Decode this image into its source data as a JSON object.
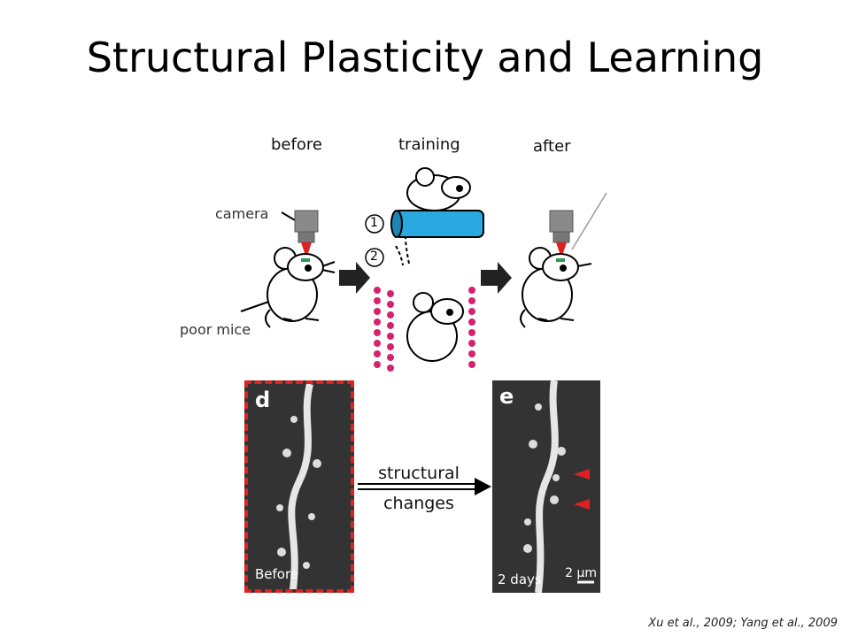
{
  "slide": {
    "title": "Structural Plasticity and Learning",
    "labels": {
      "before": "before",
      "training": "training",
      "after": "after",
      "camera": "camera",
      "poor_mice": "poor mice",
      "step1": "1",
      "step2": "2"
    },
    "panel_d": {
      "letter": "d",
      "caption": "Before"
    },
    "panel_e": {
      "letter": "e",
      "caption": "2 days",
      "scale": "2 µm"
    },
    "structural_changes": {
      "line1": "structural",
      "line2": "changes"
    },
    "citation": "Xu  et al., 2009; Yang et al., 2009"
  },
  "colors": {
    "rod": "#2aa8e0",
    "beads": "#d6226e",
    "arrow_red": "#e02020",
    "micrograph_bg": "#333333",
    "dash_border": "#dd2222"
  },
  "icons": [
    "camera-icon",
    "mouse-icon",
    "arrow-right-icon"
  ]
}
